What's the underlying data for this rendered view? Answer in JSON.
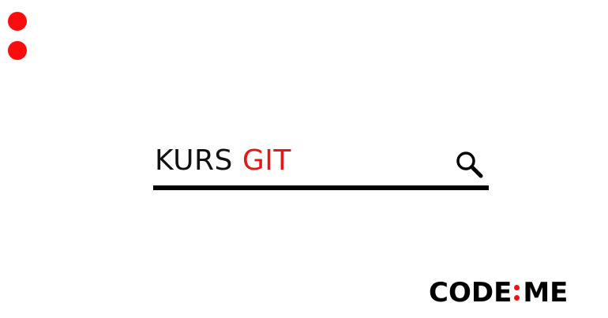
{
  "search": {
    "query_part1": "KURS",
    "query_part2": "GIT"
  },
  "icons": {
    "search": "search-icon",
    "decor": "dot-icon"
  },
  "logo": {
    "left": "CODE",
    "right": "ME"
  },
  "colors": {
    "accent": "#fb0d0d",
    "text": "#111111",
    "underline": "#000000"
  }
}
